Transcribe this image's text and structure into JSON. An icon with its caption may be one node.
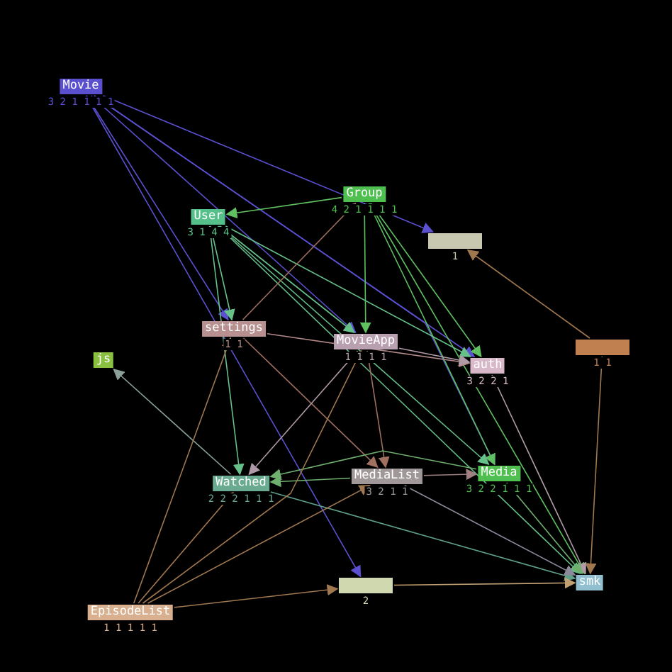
{
  "diagram": {
    "nodes": [
      {
        "text": [
          "Movie"
        ],
        "beside": [
          "3 2 1 1 1 1"
        ]
      },
      {
        "text": [
          "Group"
        ],
        "beside": [
          "4 2 1 1 1 1"
        ]
      },
      {
        "text": [
          "User"
        ],
        "beside": [
          "3 1 4 4"
        ]
      },
      {
        "text": [],
        "shape": "box",
        "beside": [
          "1"
        ]
      },
      {
        "text": [
          "settings"
        ],
        "beside": [
          "1 1"
        ]
      },
      {
        "text": [
          "js"
        ]
      },
      {
        "text": [
          "MovieApp"
        ],
        "beside": [
          "1 1 1 1"
        ]
      },
      {
        "text": [
          "auth"
        ],
        "beside": [
          "3 2 2 1"
        ]
      },
      {
        "text": [],
        "shape": "box",
        "beside": [
          "1 1"
        ]
      },
      {
        "text": [
          "Watched"
        ],
        "beside": [
          "2 2 2 1 1 1"
        ]
      },
      {
        "text": [
          "MediaList"
        ],
        "beside": [
          "3 2 1 1"
        ]
      },
      {
        "text": [
          "Media"
        ],
        "beside": [
          "3 2 2 1 1 1"
        ]
      },
      {
        "text": [],
        "shape": "box",
        "beside": [
          "2"
        ]
      },
      {
        "text": [
          "EpisodeList"
        ],
        "beside": [
          "1 1 1 1 1"
        ]
      },
      {
        "text": [
          "smk"
        ]
      }
    ],
    "edges": [
      {
        "from": 0,
        "to": 3,
        "arrow": "to",
        "color": "#5a50d0"
      },
      {
        "from": 0,
        "to": 4,
        "arrow": "to",
        "color": "#5a50d0"
      },
      {
        "from": 0,
        "to": 6,
        "arrow": "to",
        "color": "#5a50d0"
      },
      {
        "from": 0,
        "to": 11,
        "arrow": "to",
        "color": "#5a50d0"
      },
      {
        "from": 0,
        "to": 12,
        "arrow": "to",
        "color": "#5a50d0"
      },
      {
        "from": 0,
        "to": 7,
        "arrow": "to",
        "color": "#5a50d0"
      },
      {
        "from": 1,
        "to": 2,
        "arrow": "to",
        "color": "#5fc05f"
      },
      {
        "from": 1,
        "to": 6,
        "arrow": "to",
        "color": "#5fc05f"
      },
      {
        "from": 1,
        "to": 7,
        "arrow": "to",
        "color": "#5fc05f"
      },
      {
        "from": 1,
        "to": 11,
        "arrow": "to",
        "color": "#5fc05f"
      },
      {
        "from": 1,
        "to": 14,
        "arrow": "to",
        "color": "#5fc05f"
      },
      {
        "from": 2,
        "to": 4,
        "arrow": "to",
        "color": "#66c08a"
      },
      {
        "from": 2,
        "to": 6,
        "arrow": "to",
        "color": "#66c08a"
      },
      {
        "from": 2,
        "to": 7,
        "arrow": "to",
        "color": "#66c08a"
      },
      {
        "from": 2,
        "to": 11,
        "arrow": "to",
        "color": "#66c08a"
      },
      {
        "from": 2,
        "to": 9,
        "arrow": "to",
        "color": "#66c08a"
      },
      {
        "from": 2,
        "to": 14,
        "arrow": "to",
        "color": "#66c08a"
      },
      {
        "from": 8,
        "to": 3,
        "arrow": "to",
        "color": "#a07850"
      },
      {
        "from": 8,
        "to": 14,
        "arrow": "to",
        "color": "#a07850"
      },
      {
        "from": 4,
        "to": 1,
        "arrow": "to",
        "color": "#a07060"
      },
      {
        "from": 4,
        "to": 7,
        "arrow": "to",
        "color": "#b08888"
      },
      {
        "from": 4,
        "to": 10,
        "arrow": "to",
        "color": "#a07060"
      },
      {
        "from": 6,
        "to": 7,
        "arrow": "to",
        "color": "#b09aa8"
      },
      {
        "from": 6,
        "to": 10,
        "arrow": "to",
        "color": "#a07060"
      },
      {
        "from": 6,
        "to": 9,
        "arrow": "to",
        "color": "#b09aa8"
      },
      {
        "from": 7,
        "to": 14,
        "arrow": "to",
        "color": "#b09aa8"
      },
      {
        "from": 9,
        "to": 5,
        "arrow": "to",
        "color": "#8aa098"
      },
      {
        "from": 9,
        "to": 14,
        "arrow": "to",
        "color": "#5fa08a"
      },
      {
        "from": 10,
        "to": 9,
        "arrow": "to",
        "color": "#6fb06f"
      },
      {
        "from": 10,
        "to": 11,
        "arrow": "to",
        "color": "#a08080"
      },
      {
        "from": 10,
        "to": 14,
        "arrow": "to",
        "color": "#8a8a9a"
      },
      {
        "from": 11,
        "to": 14,
        "arrow": "to",
        "color": "#6fb06f"
      },
      {
        "from": 11,
        "to": 9,
        "arrow": "to",
        "color": "#6fb06f"
      },
      {
        "from": 12,
        "to": 14,
        "arrow": "to",
        "color": "#c0a070"
      },
      {
        "from": 13,
        "to": 4,
        "arrow": "to",
        "color": "#a07850"
      },
      {
        "from": 13,
        "to": 9,
        "arrow": "to",
        "color": "#a07850"
      },
      {
        "from": 13,
        "to": 6,
        "arrow": "to",
        "color": "#a07850"
      },
      {
        "from": 13,
        "to": 10,
        "arrow": "to",
        "color": "#a07850"
      },
      {
        "from": 13,
        "to": 12,
        "arrow": "to",
        "color": "#a07850"
      }
    ]
  }
}
